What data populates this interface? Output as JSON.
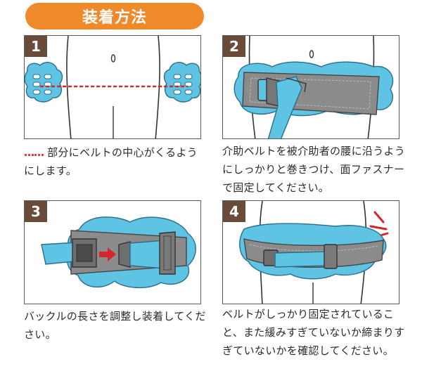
{
  "title": "装着方法",
  "steps": [
    {
      "number": "1",
      "caption_prefix": "……",
      "caption": " 部分にベルトの中心がくるようにします。"
    },
    {
      "number": "2",
      "caption": "介助ベルトを被介助者の腰に沿うようにしっかりと巻きつけ、面ファスナーで固定してください。"
    },
    {
      "number": "3",
      "caption": "バックルの長さを調整し装着してください。"
    },
    {
      "number": "4",
      "caption": "ベルトがしっかり固定されていること、また緩みすぎていないか締まりすぎていないかを確認してください。"
    }
  ],
  "colors": {
    "title_bg": "#ef8a2b",
    "step_badge": "#6a4a38",
    "belt_blue": "#5fc3e4",
    "belt_gray": "#8b8b8b",
    "marker_red": "#d4262b"
  }
}
